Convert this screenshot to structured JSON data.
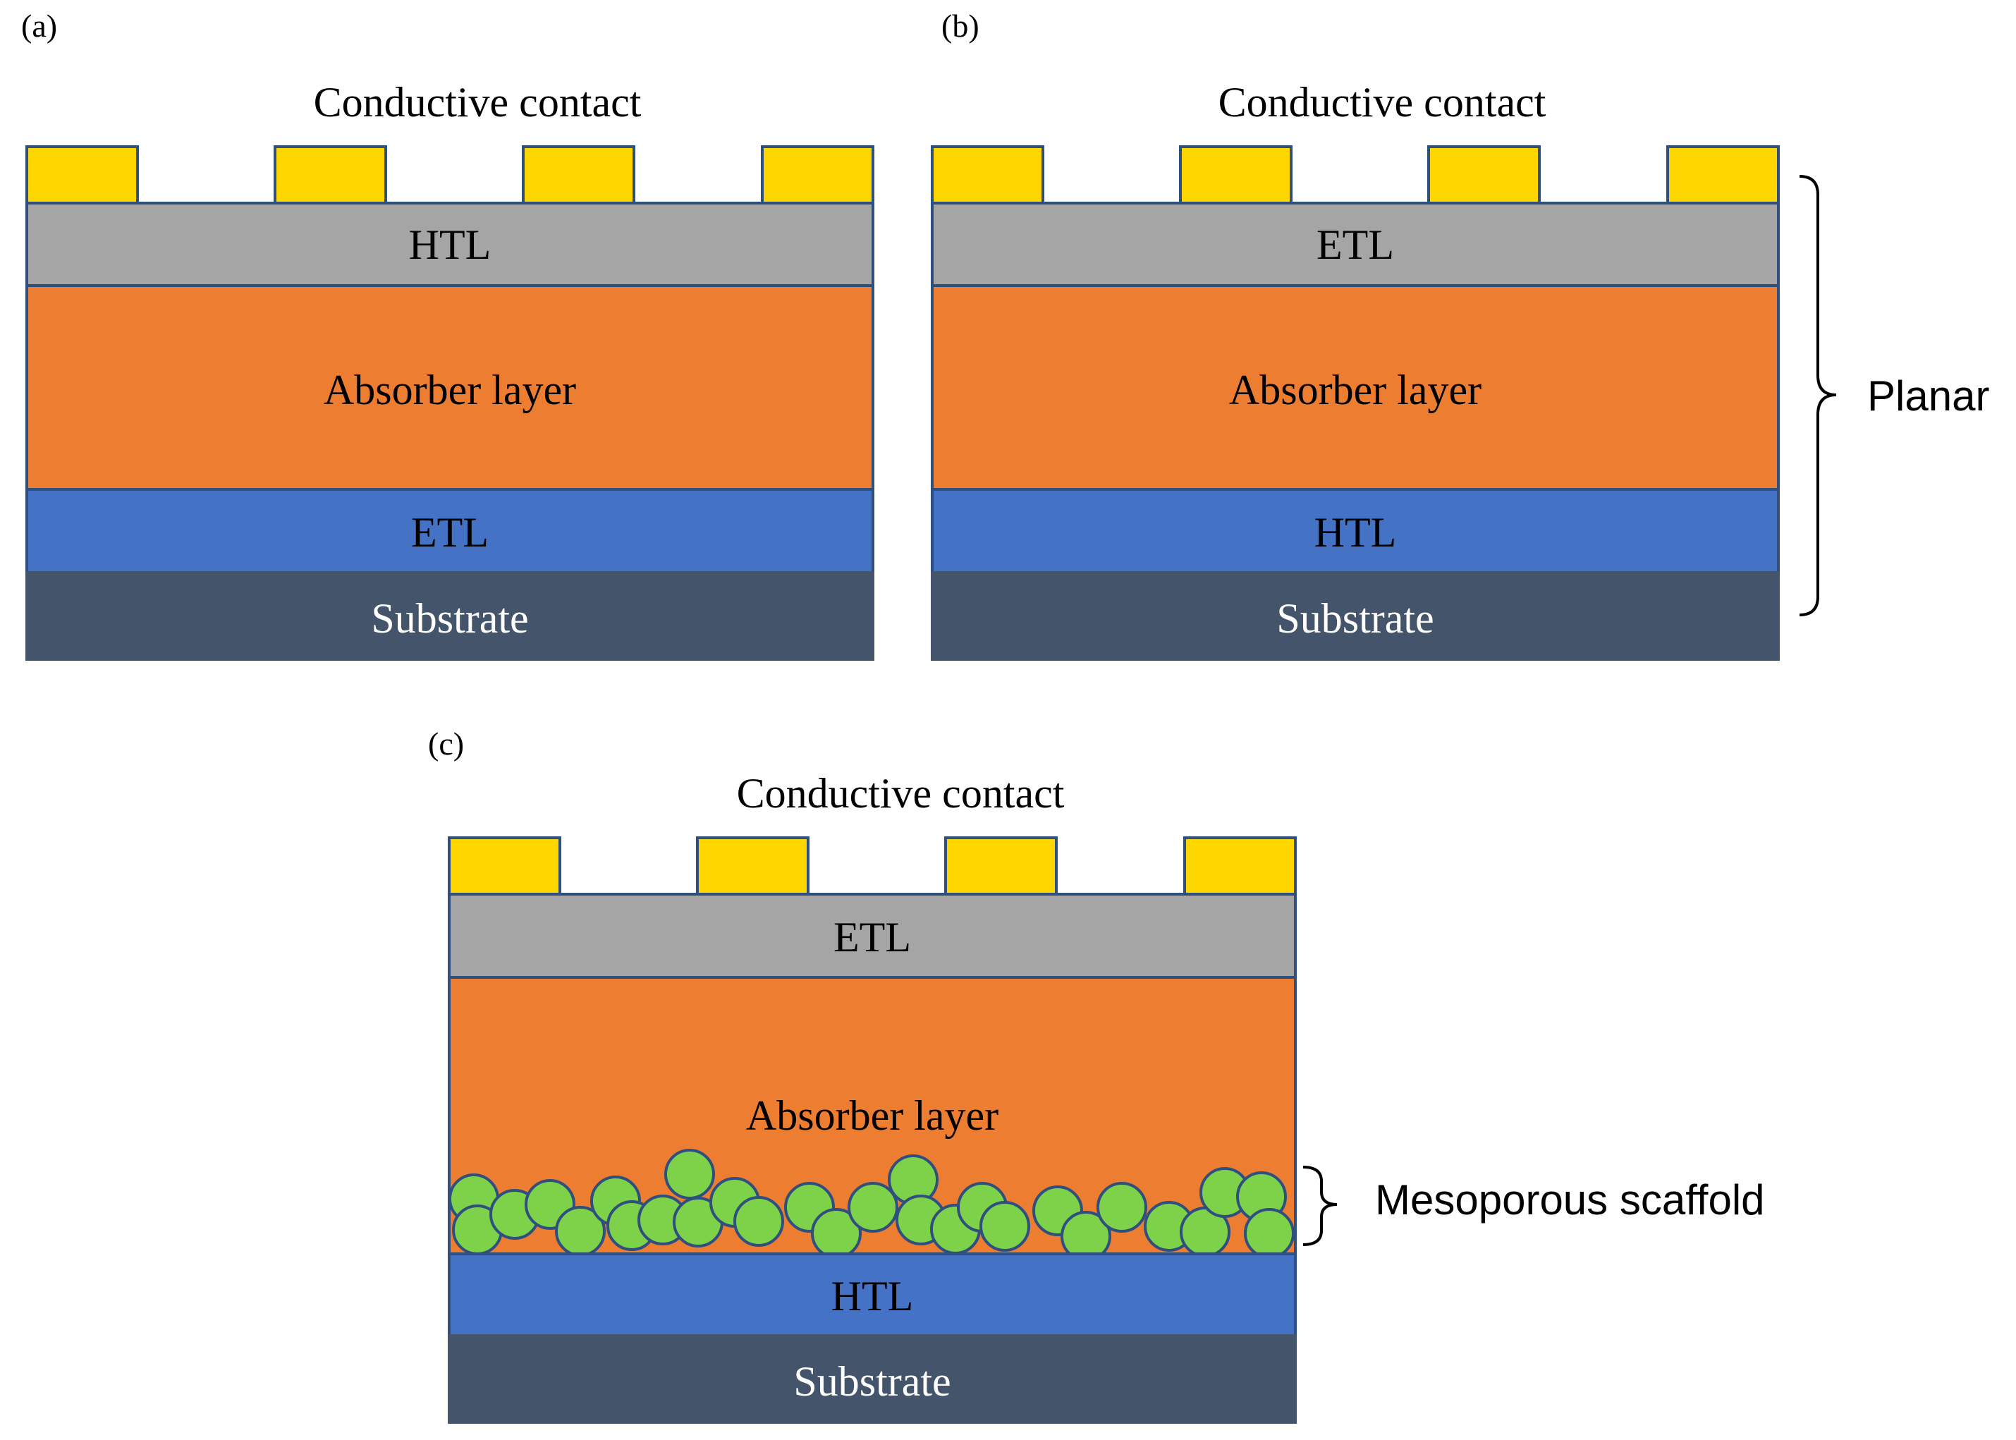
{
  "colors": {
    "contact": "#FFD500",
    "gray_layer": "#A5A5A5",
    "absorber": "#ED7D31",
    "blue_layer": "#4472C4",
    "substrate": "#44546A",
    "scaffold_ball": "#7ED24A",
    "outline": "#2F4F7F"
  },
  "panel_a": {
    "label": "(a)",
    "contact_title": "Conductive contact",
    "top_layer": "HTL",
    "absorber": "Absorber layer",
    "bottom_layer": "ETL",
    "substrate": "Substrate"
  },
  "panel_b": {
    "label": "(b)",
    "contact_title": "Conductive contact",
    "top_layer": "ETL",
    "absorber": "Absorber layer",
    "bottom_layer": "HTL",
    "substrate": "Substrate",
    "bracket_label": "Planar"
  },
  "panel_c": {
    "label": "(c)",
    "contact_title": "Conductive contact",
    "top_layer": "ETL",
    "absorber": "Absorber layer",
    "bottom_layer": "HTL",
    "substrate": "Substrate",
    "bracket_label": "Mesoporous scaffold"
  }
}
